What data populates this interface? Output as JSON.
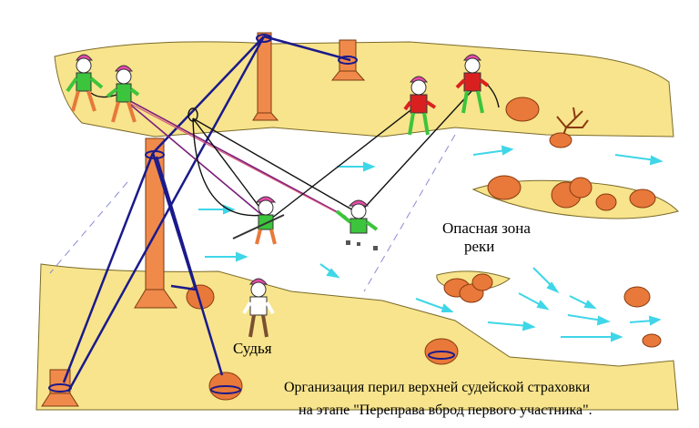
{
  "labels": {
    "danger_zone_line1": "Опасная зона",
    "danger_zone_line2": "реки",
    "judge": "Судья",
    "caption_line1": "Организация перил верхней судейской страховки",
    "caption_line2": "на этапе \"Переправа вброд первого участника\"."
  },
  "colors": {
    "bank": "#f7e48c",
    "river": "#ffffff",
    "tree": "#f08a4b",
    "rope_main": "#1a1a8c",
    "rope_safety_purple": "#7a1f7a",
    "rope_black": "#111111",
    "current_arrow": "#3fd6e8",
    "helmet": "#e64aa8",
    "rock": "#e8793a"
  }
}
